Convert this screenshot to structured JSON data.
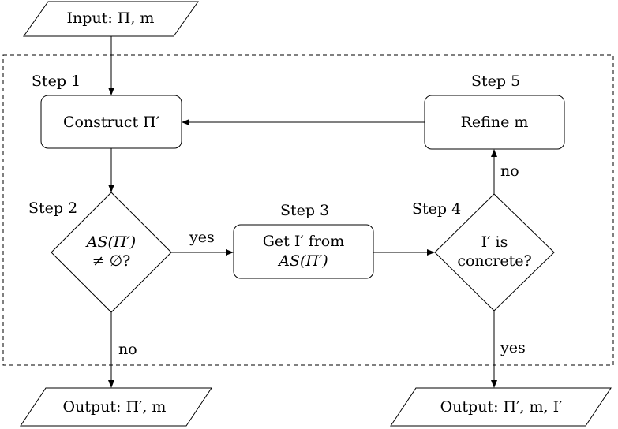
{
  "nodes": {
    "input": {
      "text": "Input: Π, m"
    },
    "construct": {
      "text": "Construct Π′"
    },
    "refine": {
      "text": "Refine m"
    },
    "decision_as": {
      "line1": "AS(Π′)",
      "line2": "≠ ∅?"
    },
    "get": {
      "line1": "Get I′ from",
      "line2": "AS(Π′)"
    },
    "decision_concrete": {
      "line1": "I′ is",
      "line2": "concrete?"
    },
    "output_left": {
      "text": "Output: Π′, m"
    },
    "output_right": {
      "text": "Output: Π′, m, I′"
    }
  },
  "steps": {
    "step1": "Step 1",
    "step2": "Step 2",
    "step3": "Step 3",
    "step4": "Step 4",
    "step5": "Step 5"
  },
  "edges": {
    "yes_mid": "yes",
    "no_left": "no",
    "no_right": "no",
    "yes_right": "yes"
  }
}
